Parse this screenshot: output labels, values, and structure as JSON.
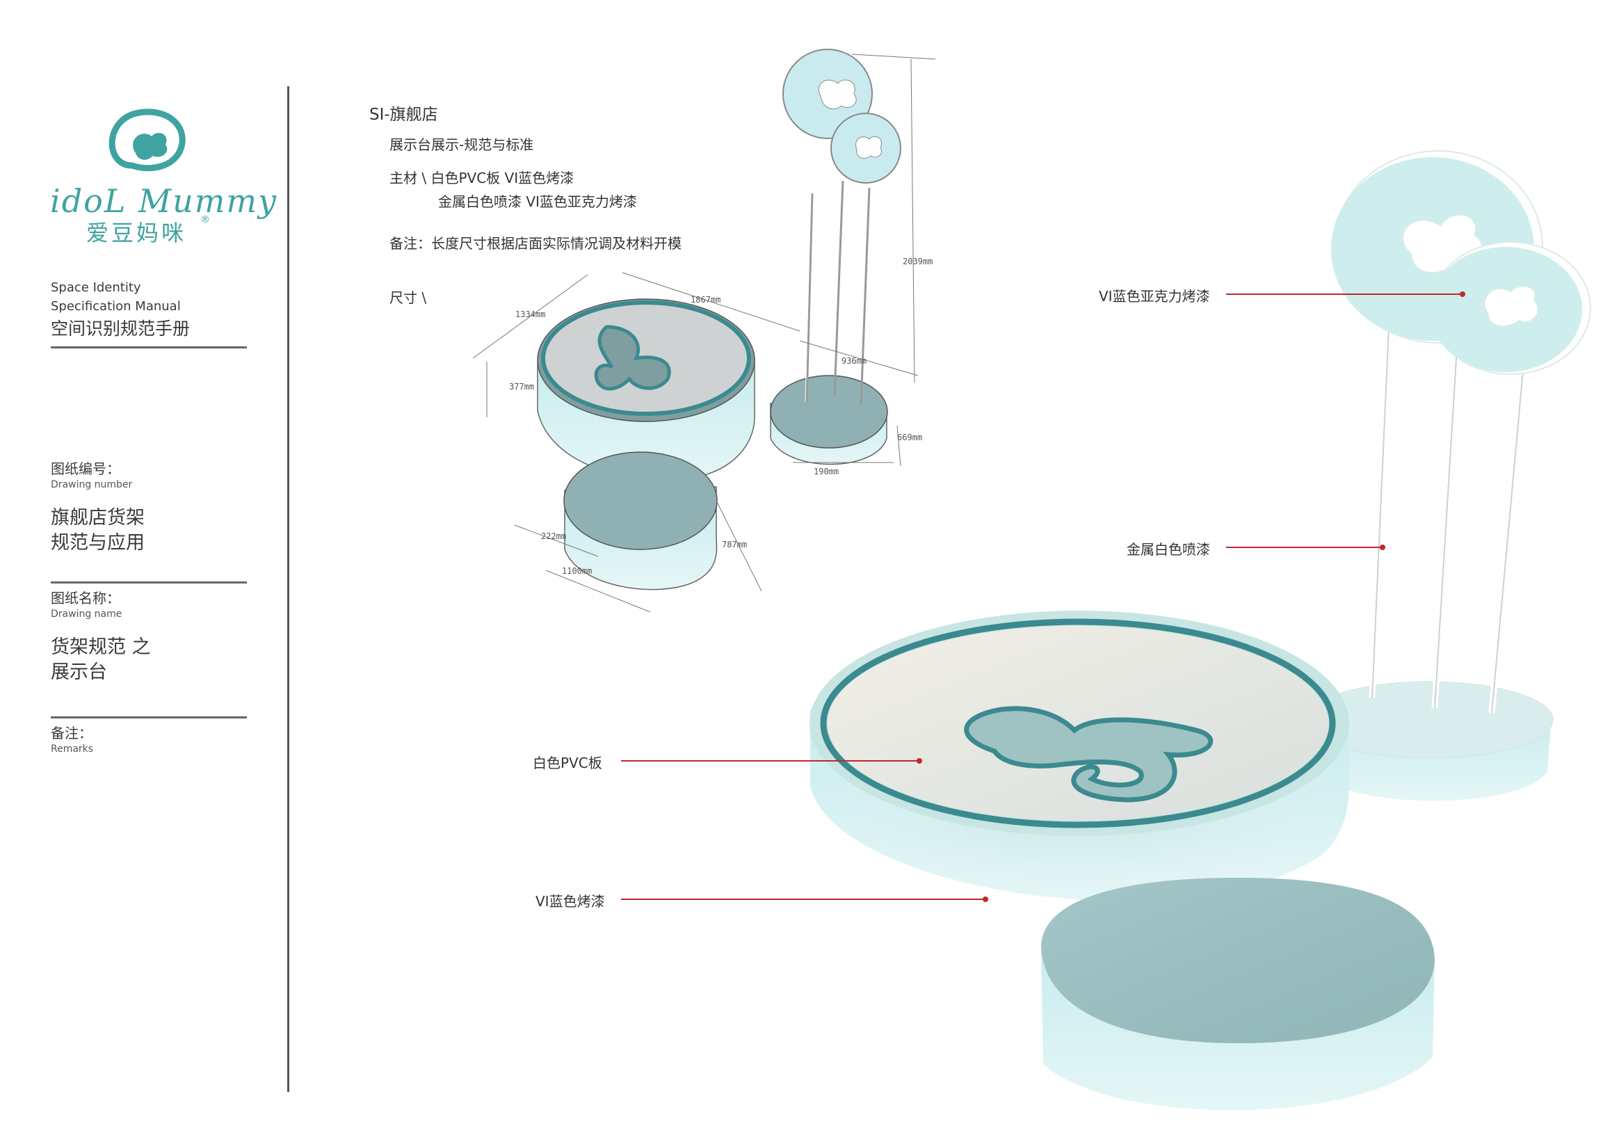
{
  "brand": {
    "logo_latin": "idoL Mummy",
    "logo_cn": "爱豆妈咪",
    "registered_mark": "®"
  },
  "manual": {
    "title_en_line1": "Space Identity",
    "title_en_line2": "Specification Manual",
    "title_cn": "空间识别规范手册"
  },
  "drawing_number": {
    "label_cn": "图纸编号：",
    "label_en": "Drawing number",
    "value_line1": "旗舰店货架",
    "value_line2": "规范与应用"
  },
  "drawing_name": {
    "label_cn": "图纸名称：",
    "label_en": "Drawing name",
    "value_line1": "货架规范 之",
    "value_line2": "展示台"
  },
  "remarks": {
    "label_cn": "备注：",
    "label_en": "Remarks"
  },
  "spec": {
    "heading": "SI-旗舰店",
    "subheading": "展示台展示-规范与标准",
    "material_line1": "主材 \\  白色PVC板  VI蓝色烤漆",
    "material_line2": "金属白色喷漆  VI蓝色亚克力烤漆",
    "note": "备注：长度尺寸根据店面实际情况调及材料开模",
    "size_label": "尺寸 \\"
  },
  "dimensions": {
    "d1867": "1867mm",
    "d1334": "1334mm",
    "d377": "377mm",
    "d2039": "2039mm",
    "d936": "936mm",
    "d669": "669mm",
    "d190": "190mm",
    "d222": "222mm",
    "d787": "787mm",
    "d1100": "1100mm"
  },
  "callouts": {
    "acrylic": "VI蓝色亚克力烤漆",
    "metal": "金属白色喷漆",
    "pvc": "白色PVC板",
    "paint": "VI蓝色烤漆"
  },
  "colors": {
    "vi_blue_light": "#cdeeed",
    "vi_blue_dark": "#3b8a8f",
    "table_top": "#d9dcdb",
    "callout_line": "#c0282a",
    "logo_teal": "#3fa3a1"
  }
}
